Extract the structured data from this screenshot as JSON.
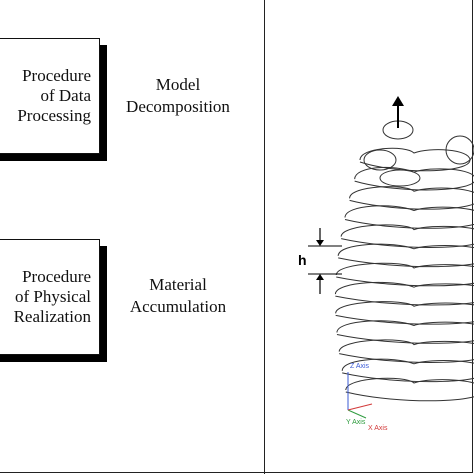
{
  "left_panel": {
    "process_boxes": [
      {
        "lines": [
          "Procedure",
          "of Data",
          "Processing"
        ]
      },
      {
        "lines": [
          "Procedure",
          "of Physical",
          "Realization"
        ]
      }
    ],
    "step_labels": [
      {
        "lines": [
          "Model",
          "Decomposition"
        ]
      },
      {
        "lines": [
          "Material",
          "Accumulation"
        ]
      }
    ]
  },
  "right_panel": {
    "layer_height_label": "h",
    "axis_labels": {
      "z": "Z Axis",
      "y": "Y Axis",
      "x": "X Axis"
    },
    "axis_colors": {
      "z": "#3b5bd6",
      "y": "#2e9c3e",
      "x": "#d23a3a"
    }
  }
}
